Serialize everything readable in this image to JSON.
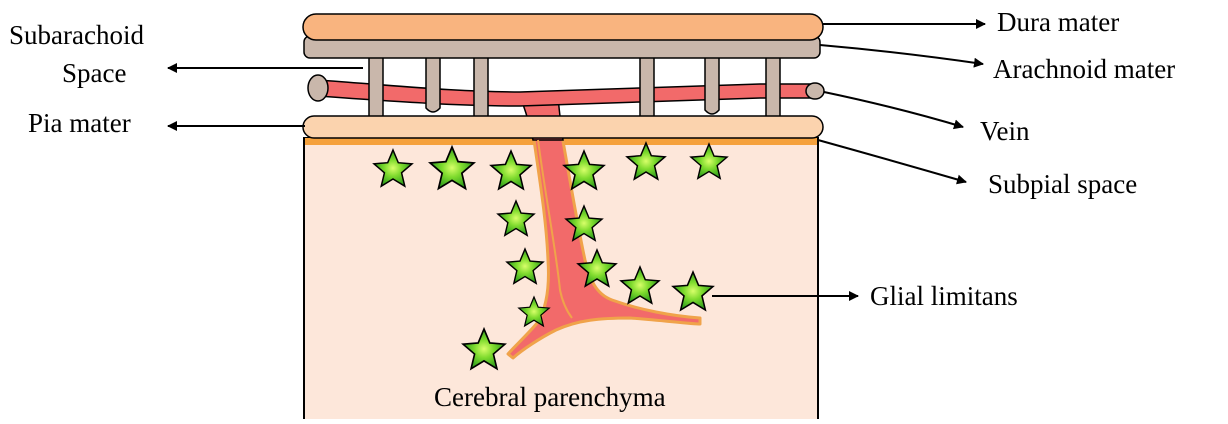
{
  "labels": {
    "dura_mater": "Dura mater",
    "arachnoid_mater": "Arachnoid mater",
    "vein": "Vein",
    "subpial_space": "Subpial space",
    "glial_limitans": "Glial limitans",
    "subarachnoid_line1": "Subarachoid",
    "subarachnoid_line2": "Space",
    "pia_mater": "Pia mater",
    "cerebral_parenchyma": "Cerebral parenchyma"
  },
  "colors": {
    "dura": "#f9b47f",
    "arachnoid": "#c9b7ab",
    "pia": "#fbd3ae",
    "vein": "#f26a6a",
    "vessel_outline": "#f0a34a",
    "parenchyma": "#fde7da",
    "subpial": "#f5a13c",
    "star_fill": "#49c42a",
    "star_center": "#c8ff55"
  },
  "icons": {
    "glia": "star-icon"
  }
}
